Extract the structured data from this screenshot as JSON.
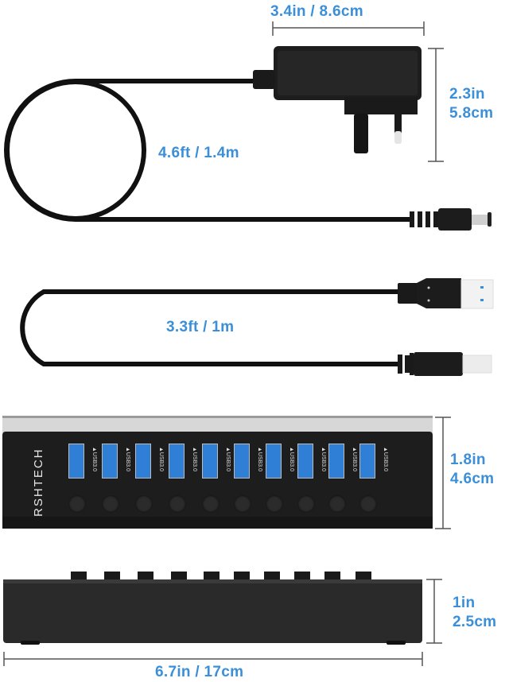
{
  "colors": {
    "accent_text": "#3b8fd9",
    "dimension_line": "#555555",
    "product_black": "#1c1c1c",
    "usb_blue": "#2f7fd6",
    "silver_top": "#d9d9d9"
  },
  "adapter": {
    "width_label": "3.4in / 8.6cm",
    "height_label_line1": "2.3in",
    "height_label_line2": "5.8cm",
    "cable_length_label": "4.6ft / 1.4m"
  },
  "usb_cable": {
    "length_label": "3.3ft / 1m"
  },
  "hub_front": {
    "brand": "RSHTECH",
    "port_label": "▲USB3.0",
    "port_count": 10,
    "switch_count": 10,
    "height_label_line1": "1.8in",
    "height_label_line2": "4.6cm"
  },
  "hub_side": {
    "height_label_line1": "1in",
    "height_label_line2": "2.5cm",
    "width_label": "6.7in / 17cm"
  }
}
